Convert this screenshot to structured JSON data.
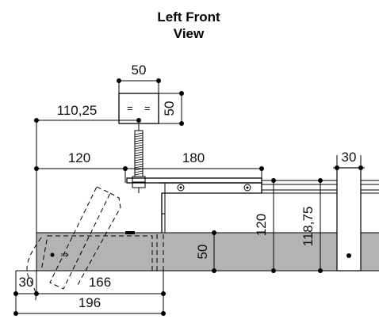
{
  "title": {
    "line1": "Left Front",
    "line2": "View"
  },
  "dimensions": {
    "top_width": "50",
    "top_height": "50",
    "offset_left": "110,25",
    "left_span": "120",
    "right_span": "180",
    "post_width": "30",
    "beam_height": "50",
    "vertical_a": "120",
    "vertical_b": "118,75",
    "bottom_small": "30",
    "bottom_mid": "166",
    "bottom_total": "196"
  },
  "symbols": {
    "equal_left": "=",
    "equal_right": "=",
    "arrow": "⇒"
  },
  "colors": {
    "beam_fill": "#b3b3b3",
    "post_fill": "#ffffff",
    "line": "#000000"
  }
}
